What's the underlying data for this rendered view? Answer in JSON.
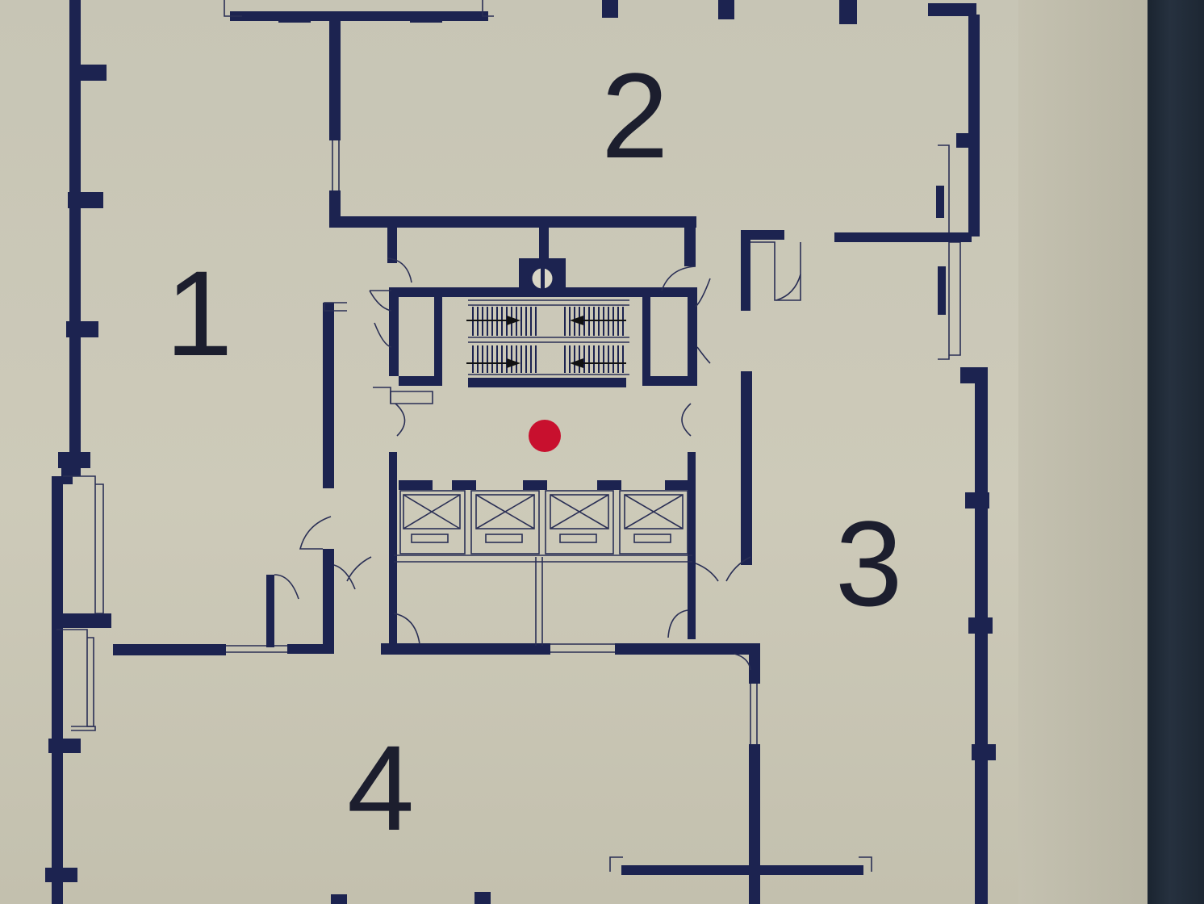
{
  "map": {
    "background_color": "#ccc9b8",
    "wall_color": "#1c2350",
    "marker_color": "#c8102e",
    "rooms": [
      {
        "id": "1",
        "label": "1"
      },
      {
        "id": "2",
        "label": "2"
      },
      {
        "id": "3",
        "label": "3"
      },
      {
        "id": "4",
        "label": "4"
      }
    ],
    "location_marker": {
      "name": "you-are-here-marker",
      "icon": "red-dot"
    },
    "elevators": {
      "count": 4,
      "icon": "elevator-x-icon"
    },
    "stair_arrows": {
      "count": 4,
      "icon": "arrow-icon"
    }
  }
}
